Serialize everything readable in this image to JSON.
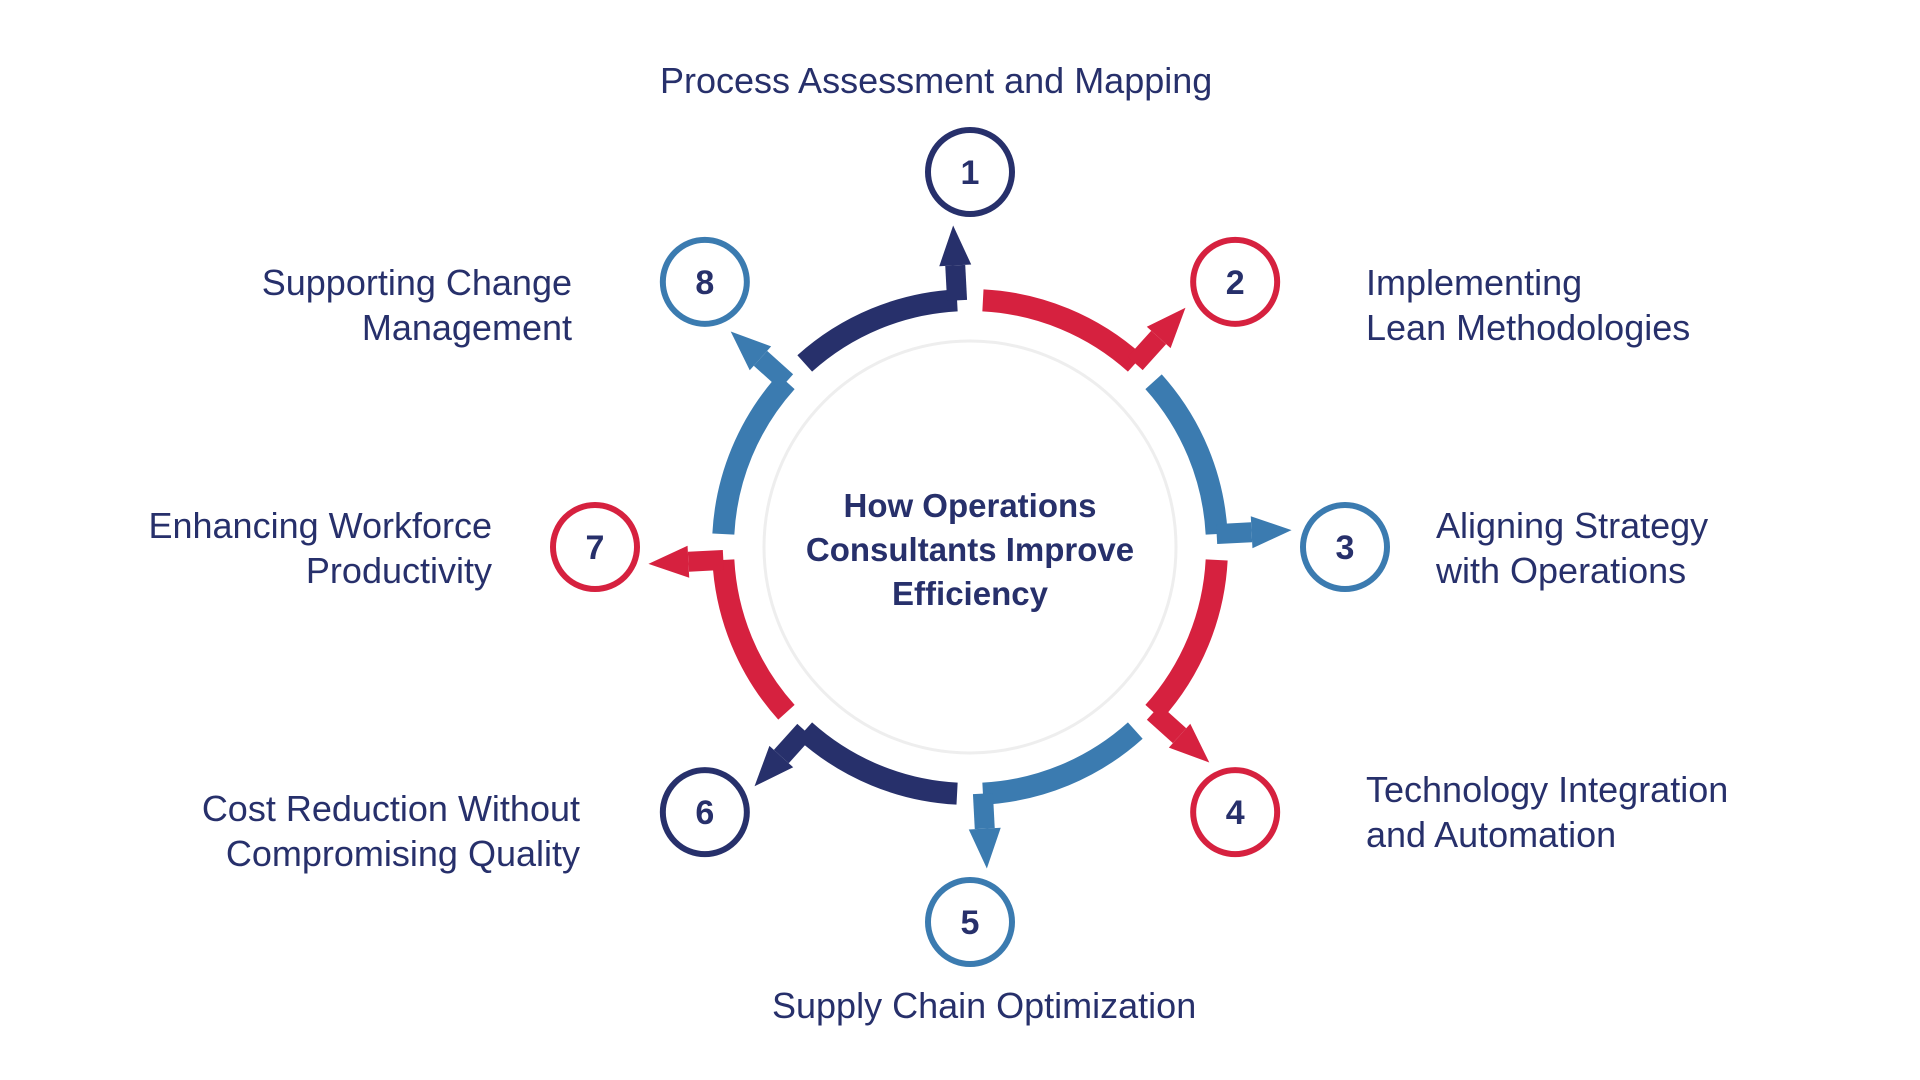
{
  "center_title": "How Operations\nConsultants Improve\nEfficiency",
  "colors": {
    "navy": "#27306b",
    "red": "#d6213f",
    "blue": "#3b7bb0",
    "text": "#27306b"
  },
  "steps": [
    {
      "number": "1",
      "label": "Process Assessment and Mapping",
      "color": "navy"
    },
    {
      "number": "2",
      "label": "Implementing\nLean Methodologies",
      "color": "red"
    },
    {
      "number": "3",
      "label": "Aligning Strategy\nwith Operations",
      "color": "blue"
    },
    {
      "number": "4",
      "label": "Technology Integration\nand Automation",
      "color": "red"
    },
    {
      "number": "5",
      "label": "Supply Chain Optimization",
      "color": "blue"
    },
    {
      "number": "6",
      "label": "Cost Reduction Without\nCompromising Quality",
      "color": "navy"
    },
    {
      "number": "7",
      "label": "Enhancing Workforce\nProductivity",
      "color": "red"
    },
    {
      "number": "8",
      "label": "Supporting Change\nManagement",
      "color": "blue"
    }
  ]
}
